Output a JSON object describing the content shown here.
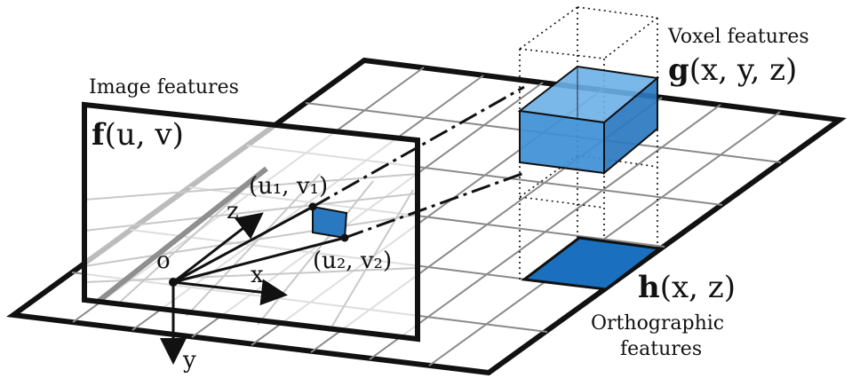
{
  "labels": {
    "image_features": "Image features",
    "f_func": "f",
    "f_args": "(u, v)",
    "voxel_features": "Voxel features",
    "g_func": "g",
    "g_args": "(x, y, z)",
    "h_func": "h",
    "h_args": "(x, z)",
    "ortho_line1": "Orthographic",
    "ortho_line2": "features",
    "uv1": "(u₁, v₁)",
    "uv2": "(u₂, v₂)",
    "axis_z": "z",
    "axis_x": "x",
    "axis_y": "y",
    "origin": "o"
  },
  "colors": {
    "voxel_blue": "#3d8fd6",
    "voxel_blue_dark": "#2a78c0",
    "ortho_blue": "#1a6fbe",
    "grid_gray": "#888888",
    "image_grid_gray": "#c8c8c8",
    "frame_black": "#111111"
  }
}
